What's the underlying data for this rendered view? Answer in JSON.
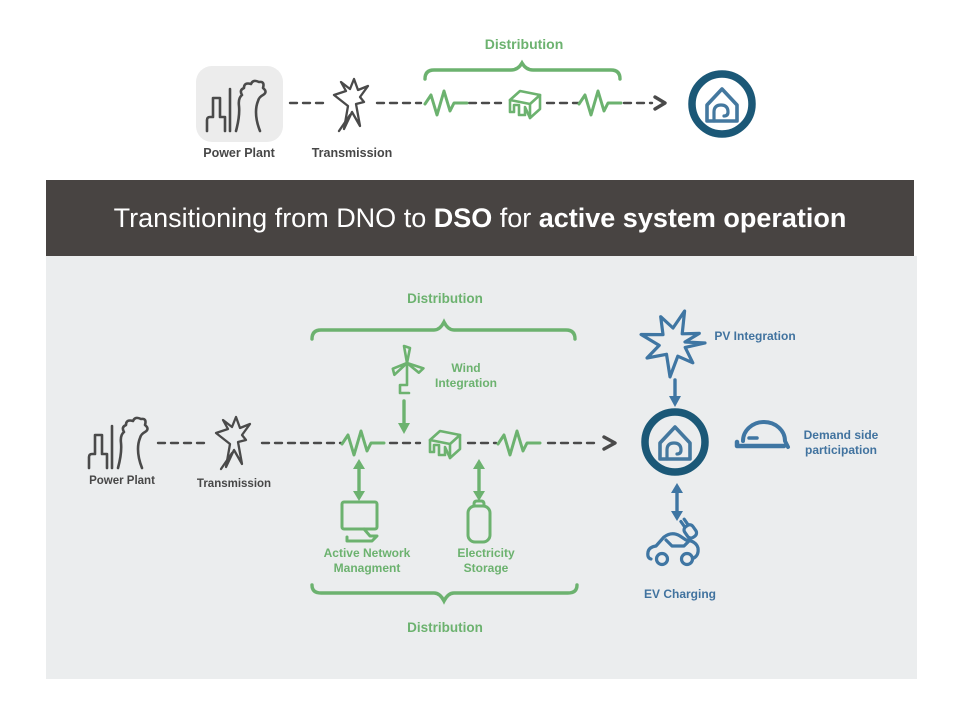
{
  "top_diagram": {
    "power_plant_label": "Power Plant",
    "transmission_label": "Transmission",
    "distribution_label": "Distribution"
  },
  "banner": {
    "part1": "Transitioning from DNO to ",
    "bold1": "DSO",
    "part2": " for ",
    "bold2": "active system operation"
  },
  "main_diagram": {
    "power_plant_label": "Power Plant",
    "transmission_label": "Transmission",
    "distribution_top_label": "Distribution",
    "wind_label": "Wind Integration",
    "anm_label": "Active Network Managment",
    "storage_label": "Electricity Storage",
    "distribution_bottom_label": "Distribution",
    "pv_label": "PV Integration",
    "demand_label": "Demand side participation",
    "ev_label": "EV Charging"
  },
  "colors": {
    "green": "#6cb26f",
    "blue": "#3f76a3",
    "house_ring_blue": "#1b5877",
    "icon_gray": "#4a4a4a",
    "banner_bg": "#484442",
    "panel_bg": "#ebedee",
    "plant_box_bg": "#ececec"
  }
}
